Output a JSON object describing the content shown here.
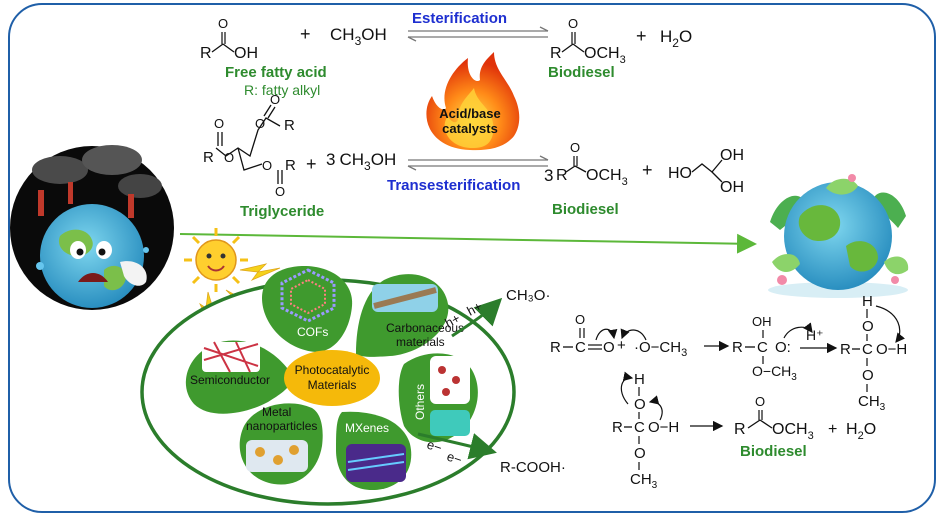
{
  "esterification": {
    "label": "Esterification",
    "r_acid": "R",
    "acid_oh": "OH",
    "plus1": "+",
    "methanol": "CH",
    "methanol_sub": "3",
    "methanol_oh": "OH",
    "product_r": "R",
    "product_och": "OCH",
    "product_sub": "3",
    "plus2": "+",
    "water_h": "H",
    "water_sub": "2",
    "water_o": "O",
    "ffa_label": "Free fatty acid",
    "ffa_note": "R: fatty alkyl",
    "biodiesel_label": "Biodiesel"
  },
  "catalyst": {
    "line1": "Acid/base",
    "line2": "catalysts"
  },
  "transesterification": {
    "label": "Transesterification",
    "tg_label": "Triglyceride",
    "biodiesel_label": "Biodiesel",
    "coef1": "3",
    "methanol": "CH",
    "methanol_sub": "3",
    "methanol_oh": "OH",
    "coef2": "3",
    "product_r": "R",
    "product_och": "OCH",
    "product_sub": "3",
    "plus": "+",
    "glycerol_ho": "HO",
    "glycerol_oh_top": "OH",
    "glycerol_oh_bot": "OH"
  },
  "photocatalysis": {
    "center": [
      "Photocatalytic",
      "Materials"
    ],
    "petals": {
      "cofs": "COFs",
      "carbon": [
        "Carbonaceous",
        "materials"
      ],
      "others": "Others",
      "mxenes": "MXenes",
      "metal": [
        "Metal",
        "nanoparticles"
      ],
      "semiconductor": "Semiconductor"
    },
    "holes": [
      "h+",
      "h+"
    ],
    "electrons": [
      "e−",
      "e−"
    ],
    "radical_top": "CH₃O·",
    "radical_bottom": "R-COOH·"
  },
  "mechanism": {
    "step1": {
      "r": "R",
      "c": "C",
      "o_top": "O",
      "o": "O",
      "plus": "+",
      "ome": "·O−CH",
      "ome_sub": "3"
    },
    "step2": {
      "r": "R",
      "c": "C",
      "oh": "OH",
      "o": "O:",
      "och": "O−CH",
      "och_sub": "3",
      "h_plus": "H⁺"
    },
    "step3": {
      "r": "R",
      "c": "C",
      "h": "H",
      "o_top": "O",
      "oh": "O−H",
      "o_bot": "O",
      "ch": "CH",
      "ch_sub": "3"
    },
    "step4": {
      "r": "R",
      "c": "C",
      "h": "H",
      "o_top": "O",
      "oh": "O−H",
      "o_bot": "O",
      "ch": "CH",
      "ch_sub": "3"
    },
    "product": {
      "r": "R",
      "o_top": "O",
      "och": "OCH",
      "och_sub": "3",
      "plus": "+",
      "water": "H",
      "water_sub": "2",
      "water_o": "O",
      "label": "Biodiesel"
    }
  },
  "colors": {
    "frame": "#1f5fa8",
    "green": "#2e8b2e",
    "blue": "#1e2fd0",
    "petal": "#3f9a2e",
    "center": "#f5b90a"
  }
}
